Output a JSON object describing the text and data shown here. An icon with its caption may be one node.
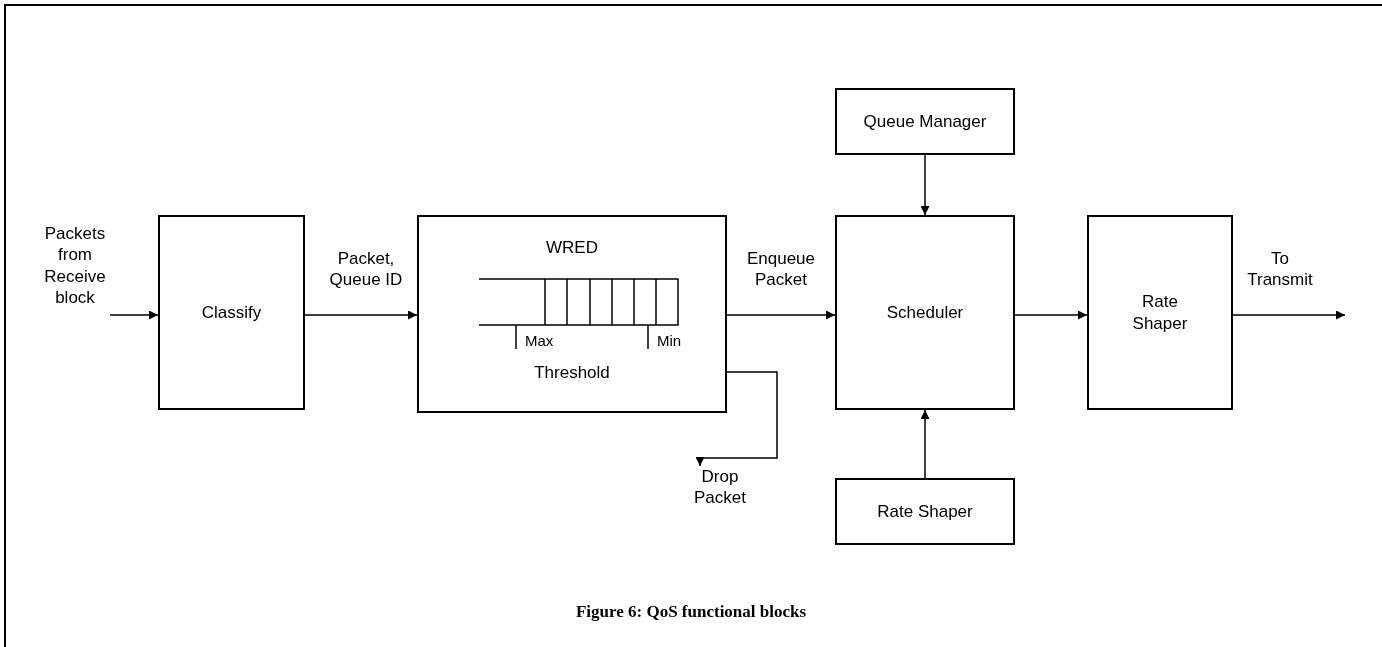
{
  "diagram": {
    "caption": "Figure 6: QoS functional blocks",
    "nodes": [
      {
        "text": [
          "Packets from Receive block"
        ]
      },
      {
        "text": [
          "Classify"
        ]
      },
      {
        "text": [
          "WRED",
          "Threshold"
        ]
      },
      {
        "text": [
          "Drop Packet"
        ]
      },
      {
        "text": [
          "Queue Manager"
        ]
      },
      {
        "text": [
          "Scheduler"
        ]
      },
      {
        "text": [
          "Rate Shaper"
        ]
      },
      {
        "text": [
          "Rate Shaper"
        ]
      }
    ],
    "edges": [
      {
        "from": 0,
        "to": 1,
        "arrow": "to"
      },
      {
        "from": 1,
        "to": 2,
        "arrow": "to",
        "label": "Packet, Queue ID"
      },
      {
        "from": 2,
        "to": 5,
        "arrow": "to",
        "label": "Enqueue Packet"
      },
      {
        "from": 2,
        "to": 3,
        "arrow": "to"
      },
      {
        "from": 4,
        "to": 5,
        "arrow": "to"
      },
      {
        "from": 7,
        "to": 5,
        "arrow": "to"
      },
      {
        "from": 5,
        "to": 6,
        "arrow": "to"
      },
      {
        "from": 6,
        "to": null,
        "arrow": "to",
        "label": "To Transmit"
      }
    ],
    "labels": [
      "Max",
      "Min"
    ]
  }
}
